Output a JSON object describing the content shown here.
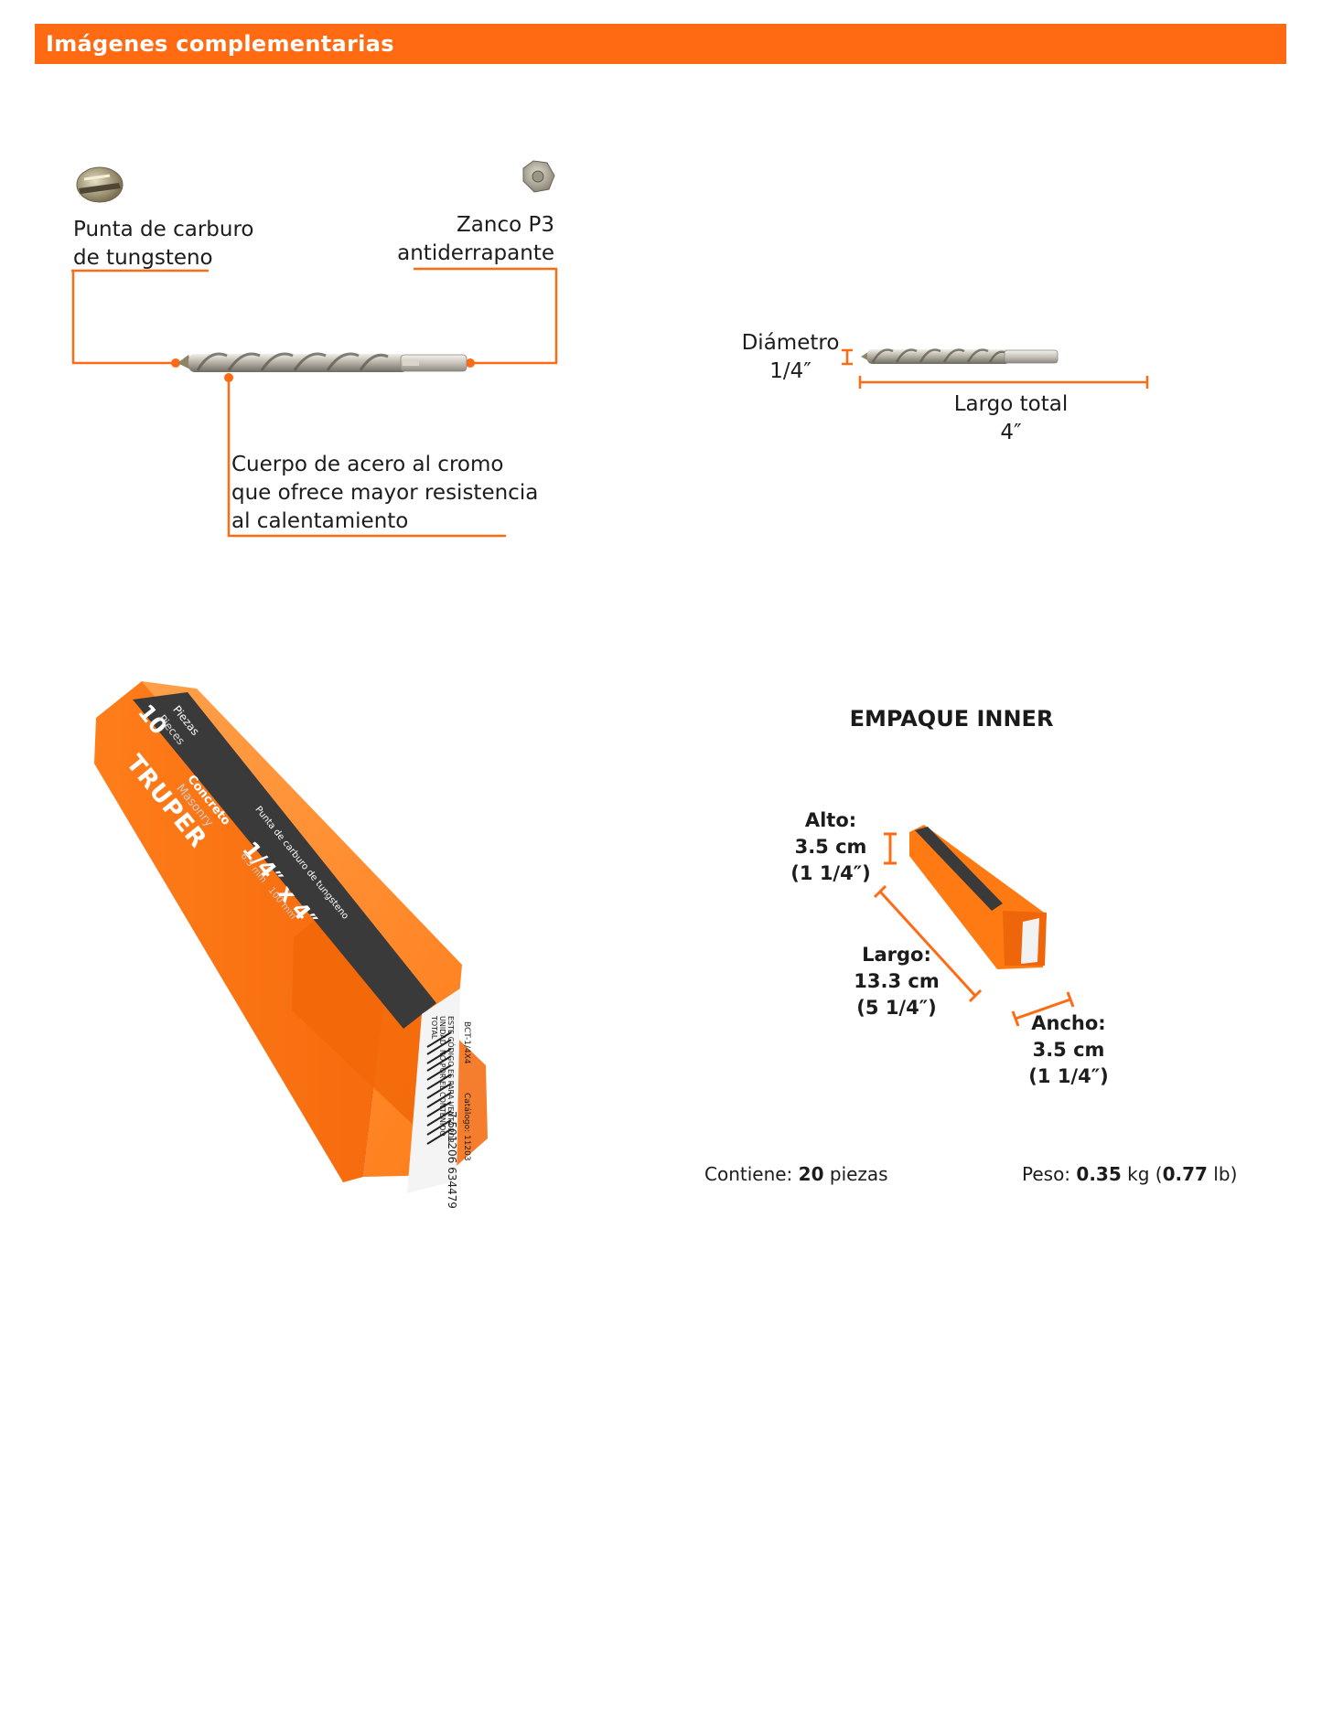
{
  "header": {
    "title": "Imágenes complementarias"
  },
  "callouts": {
    "tip": {
      "line1": "Punta de carburo",
      "line2": "de tungsteno"
    },
    "shank": {
      "line1": "Zanco P3",
      "line2": "antiderrapante"
    },
    "body": {
      "line1": "Cuerpo de acero al cromo",
      "line2": "que ofrece mayor resistencia",
      "line3": "al calentamiento"
    }
  },
  "dimensions": {
    "diameter": {
      "label": "Diámetro",
      "value": "1/4″"
    },
    "length": {
      "label": "Largo total",
      "value": "4″"
    }
  },
  "product_box": {
    "brand": "TRUPER",
    "pieces_count": "10",
    "pieces_es": "Piezas",
    "pieces_en": "Pieces",
    "material_es": "Concreto",
    "material_en": "Masonry",
    "size": "1/4″ x 4″",
    "size_metric": "6.5 mm   100 mm",
    "tip_es": "Punta de carburo de tungsteno",
    "barcode_number": "7 501206 634479",
    "code": "BCT-1/4X4",
    "catalog": "Catálogo: 11203",
    "barcode_note": "ESTE CÓDIGO ES PARA VENTA POR UNIDAD. NO POR EL CONTENIDO TOTAL"
  },
  "packaging": {
    "title": "EMPAQUE INNER",
    "height": {
      "label": "Alto:",
      "metric": "3.5 cm",
      "imperial": "(1 1/4″)"
    },
    "length": {
      "label": "Largo:",
      "metric": "13.3 cm",
      "imperial": "(5 1/4″)"
    },
    "width": {
      "label": "Ancho:",
      "metric": "3.5 cm",
      "imperial": "(1 1/4″)"
    },
    "contains": {
      "label": "Contiene:",
      "value": "20",
      "unit": "piezas"
    },
    "weight": {
      "label": "Peso:",
      "kg": "0.35",
      "kg_unit": "kg",
      "lb": "0.77",
      "lb_unit": "lb"
    }
  },
  "colors": {
    "accent": "#ff6a13",
    "box_orange": "#ff7a12",
    "label_dark": "#3a3a3a"
  }
}
